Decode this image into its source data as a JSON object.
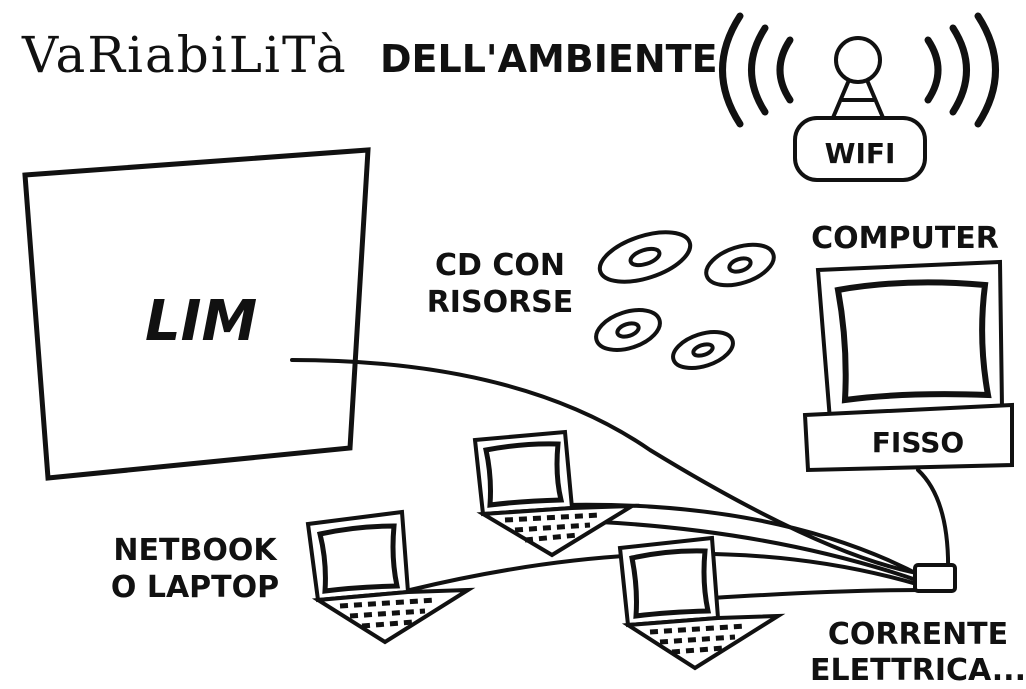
{
  "title": {
    "part1": "VaRiabiLiTà",
    "part2": "DELL'AMBIENTE"
  },
  "labels": {
    "wifi": "WIFI",
    "lim": "LIM",
    "cd_line1": "CD CON",
    "cd_line2": "RISORSE",
    "computer": "COMPUTER",
    "fisso": "FISSO",
    "netbook_line1": "NETBOOK",
    "netbook_line2": "O LAPTOP",
    "corrente_line1": "CORRENTE",
    "corrente_line2": "ELETTRICA..."
  },
  "icons": [
    "wifi-router-icon",
    "cd-disc-icon",
    "desktop-monitor-icon",
    "laptop-icon",
    "power-outlet-icon"
  ],
  "colors": {
    "ink": "#111111",
    "background": "#ffffff"
  }
}
